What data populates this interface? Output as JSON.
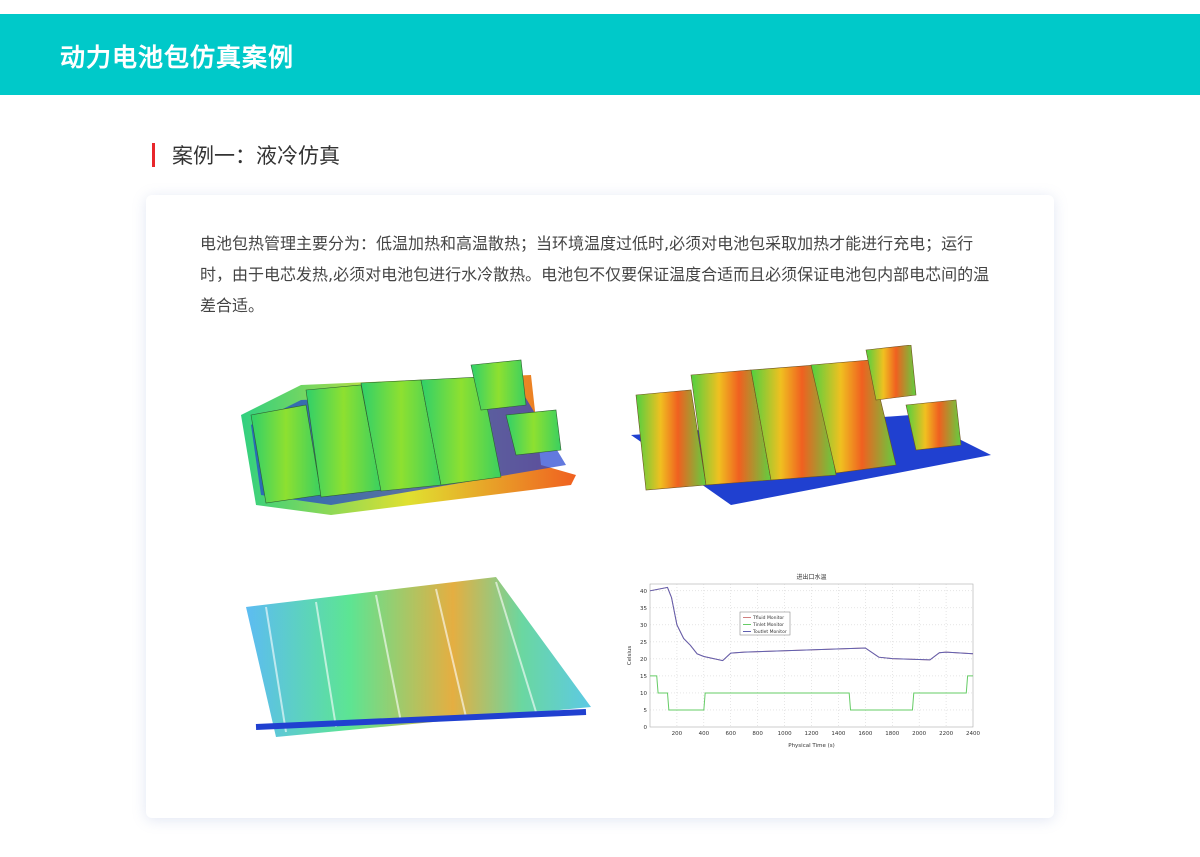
{
  "header": {
    "title": "动力电池包仿真案例"
  },
  "section": {
    "title": "案例一：液冷仿真"
  },
  "description": "电池包热管理主要分为：低温加热和高温散热；当环境温度过低时,必须对电池包采取加热才能进行充电；运行时，由于电芯发热,必须对电池包进行水冷散热。电池包不仅要保证温度合适而且必须保证电池包内部电芯间的温差合适。",
  "colors": {
    "header": "#00c9c9",
    "accent": "#e8262b"
  },
  "chart_data": {
    "type": "line",
    "title": "进出口水温",
    "xlabel": "Physical Time (s)",
    "ylabel": "Celsius",
    "xlim": [
      0,
      2400
    ],
    "ylim": [
      0,
      42
    ],
    "xticks": [
      200,
      400,
      600,
      800,
      1000,
      1200,
      1400,
      1600,
      1800,
      2000,
      2200,
      2400
    ],
    "yticks": [
      0,
      5,
      10,
      15,
      20,
      25,
      30,
      35,
      40
    ],
    "grid": true,
    "legend": "top-center",
    "series": [
      {
        "name": "Tfluid Monitor",
        "color": "#d08080",
        "x": [
          0,
          130,
          160,
          200,
          250,
          300,
          350,
          400,
          540,
          600,
          700,
          1000,
          1600,
          1700,
          1800,
          2080,
          2150,
          2200,
          2400
        ],
        "y": [
          40,
          41,
          38,
          30,
          26,
          24,
          21.5,
          20.7,
          19.5,
          21.7,
          22,
          22.4,
          23.2,
          20.5,
          20.1,
          19.7,
          21.8,
          22,
          21.5
        ]
      },
      {
        "name": "Tinlet Monitor",
        "color": "#66cc66",
        "x": [
          0,
          50,
          60,
          130,
          140,
          400,
          410,
          1480,
          1490,
          1950,
          1960,
          2350,
          2360,
          2400
        ],
        "y": [
          15,
          15,
          10,
          10,
          5,
          5,
          10,
          10,
          5,
          5,
          10,
          10,
          15,
          15
        ]
      },
      {
        "name": "Toutlet Monitor",
        "color": "#6060b0",
        "x": [
          0,
          130,
          160,
          200,
          250,
          300,
          350,
          400,
          540,
          600,
          700,
          1000,
          1600,
          1700,
          1800,
          2080,
          2150,
          2200,
          2400
        ],
        "y": [
          40,
          41,
          38,
          30,
          26,
          24,
          21.5,
          20.7,
          19.5,
          21.7,
          22,
          22.4,
          23.2,
          20.5,
          20.1,
          19.7,
          21.8,
          22,
          21.5
        ]
      }
    ]
  }
}
